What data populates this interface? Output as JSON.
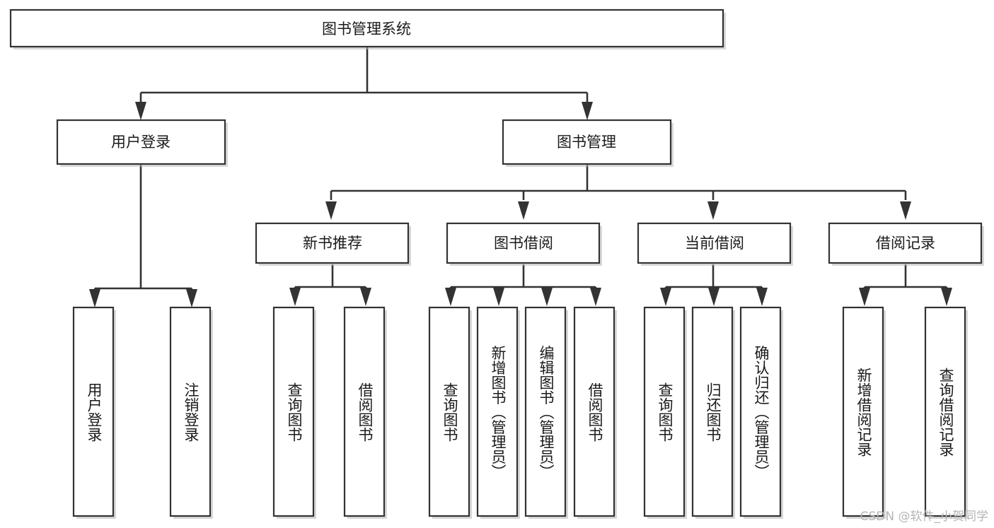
{
  "diagram": {
    "type": "tree-hierarchy",
    "title": "图书管理系统",
    "watermark": "CSDN @软件_小贺同学",
    "colors": {
      "background": "#ffffff",
      "box_fill": "#ffffff",
      "box_stroke": "#333333",
      "connector": "#333333",
      "text": "#1a1a1a",
      "shadow": "#b8b8b8",
      "watermark": "#b5b5b5"
    },
    "root": {
      "label": "图书管理系统"
    },
    "level2": [
      {
        "label": "用户登录"
      },
      {
        "label": "图书管理"
      }
    ],
    "level3": [
      {
        "label": "新书推荐"
      },
      {
        "label": "图书借阅"
      },
      {
        "label": "当前借阅"
      },
      {
        "label": "借阅记录"
      }
    ],
    "leaves": {
      "user_login": [
        {
          "label": "用户登录"
        },
        {
          "label": "注销登录"
        }
      ],
      "new_book_recommend": [
        {
          "label": "查询图书"
        },
        {
          "label": "借阅图书"
        }
      ],
      "book_borrow": [
        {
          "label": "查询图书"
        },
        {
          "label": "新增图书（管理员）"
        },
        {
          "label": "编辑图书（管理员）"
        },
        {
          "label": "借阅图书"
        }
      ],
      "current_borrow": [
        {
          "label": "查询图书"
        },
        {
          "label": "归还图书"
        },
        {
          "label": "确认归还（管理员）"
        }
      ],
      "borrow_record": [
        {
          "label": "新增借阅记录"
        },
        {
          "label": "查询借阅记录"
        }
      ]
    }
  }
}
